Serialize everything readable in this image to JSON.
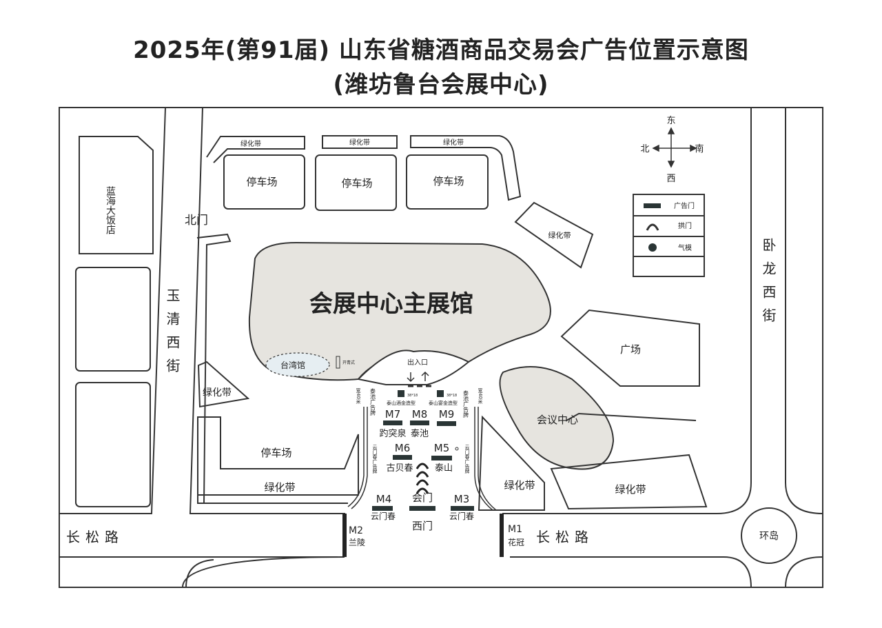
{
  "title": {
    "line1": "2025年(第91届) 山东省糖酒商品交易会广告位置示意图",
    "line2": "(潍坊鲁台会展中心)"
  },
  "compass": {
    "north": "北",
    "south": "南",
    "east": "东",
    "west": "西"
  },
  "legend": [
    {
      "icon": "ad-gate-bar-icon",
      "label": "广告门"
    },
    {
      "icon": "arch-icon",
      "label": "拱门"
    },
    {
      "icon": "balloon-dot-icon",
      "label": "气模"
    }
  ],
  "areas": {
    "hotel": "蓝海大饭店",
    "north_gate": "北门",
    "road_west": "玉清西街",
    "road_east": "卧龙西街",
    "road_south_left": "长松路",
    "road_south_right": "长松路",
    "roundabout": "环岛",
    "parking": [
      "停车场",
      "停车场",
      "停车场",
      "停车场"
    ],
    "green": [
      "绿化带",
      "绿化带",
      "绿化带",
      "绿化带",
      "绿化带",
      "绿化带",
      "绿化带",
      "绿化带"
    ],
    "main_hall": "会展中心主展馆",
    "taiwan_hall": "台湾馆",
    "small_sign": "开青式",
    "entrance": "出入口",
    "plaza": "广场",
    "conference": "会议中心",
    "west_gate": "西门",
    "hui_gate": "会门"
  },
  "side_signs": {
    "left_top": "泰池广告牌",
    "left_top_size": "宽40米",
    "right_top": "泰池广告牌",
    "right_top_size": "宽40米",
    "left_mid": "云门春广告牌",
    "right_mid": "云门春广告牌"
  },
  "models": [
    {
      "label": "泰山酒金造型",
      "size": "38*18"
    },
    {
      "label": "泰山宴金造型",
      "size": "38*18"
    }
  ],
  "ad_gates": [
    {
      "id": "M7",
      "brand": "趵突泉"
    },
    {
      "id": "M8",
      "brand": "泰池"
    },
    {
      "id": "M9",
      "brand": ""
    },
    {
      "id": "M6",
      "brand": "古贝春"
    },
    {
      "id": "M5",
      "brand": "泰山"
    },
    {
      "id": "M4",
      "brand": "云门春"
    },
    {
      "id": "M3",
      "brand": "云门春"
    },
    {
      "id": "M2",
      "brand": "兰陵"
    },
    {
      "id": "M1",
      "brand": "花冠"
    }
  ]
}
